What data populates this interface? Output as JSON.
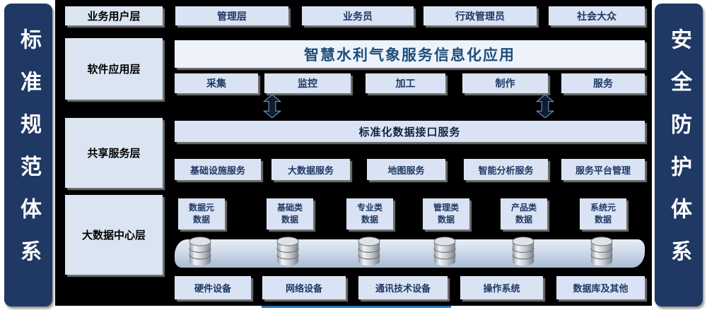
{
  "colors": {
    "sidebar_bg": "#1f3864",
    "panel_bg": "#000000",
    "box_bg": "#dae3f3",
    "label_bg": "#dbe5f1",
    "title_bg": "#eef3fb",
    "box_text": "#1f3864",
    "accent_line": "#2e75b6"
  },
  "left_bar": {
    "label": "标准规范体系"
  },
  "right_bar": {
    "label": "安全防护体系"
  },
  "user_layer": {
    "label": "业务用户层",
    "items": [
      "管理层",
      "业务员",
      "行政管理员",
      "社会大众"
    ]
  },
  "app_layer": {
    "label": "软件应用层",
    "title": "智慧水利气象服务信息化应用",
    "items": [
      "采集",
      "监控",
      "加工",
      "制作",
      "服务"
    ]
  },
  "share_layer": {
    "label": "共享服务层",
    "title": "标准化数据接口服务",
    "items": [
      "基础设施服务",
      "大数据服务",
      "地图服务",
      "智能分析服务",
      "服务平台管理"
    ]
  },
  "data_layer": {
    "label": "大数据中心层",
    "items": [
      "数据元\n数据",
      "基础类\n数据",
      "专业类\n数据",
      "管理类\n数据",
      "产品类\n数据",
      "系统元\n数据"
    ],
    "infra_items": [
      "硬件设备",
      "网络设备",
      "通讯技术设备",
      "操作系统",
      "数据库及其他"
    ]
  }
}
